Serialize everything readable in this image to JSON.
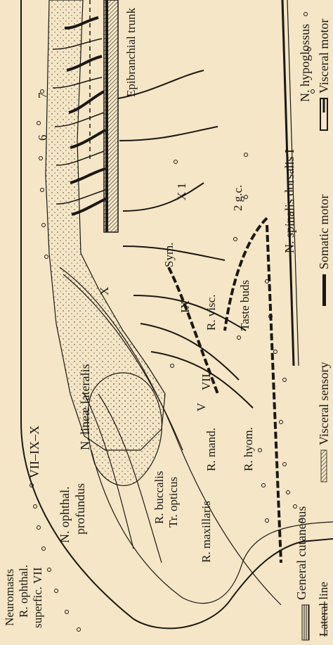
{
  "labels": {
    "n_spinalis_dorsalis": "N. spinalis dorsalis I",
    "epibranchial_trunk": "Epibranchial trunk",
    "n_hypoglossus": "N. hypoglossus",
    "num_7": "7",
    "num_6": "6",
    "x1": "X 1",
    "two_gc": "2 g.c.",
    "sym": "Sym.",
    "ix": "IX",
    "r_visc": "R. visc.",
    "taste_buds": "Taste buds",
    "x": "X",
    "n_lineae_lateralis": "N. lineæ lateralis",
    "vii": "VII",
    "v": "V",
    "vii_ix_x": "VII–IX–X",
    "r_mand": "R. mand.",
    "r_hyom": "R. hyom.",
    "n_ophthal_profundus_1": "N. ophthal.",
    "n_ophthal_profundus_2": "profundus",
    "r_buccalis": "R. buccalis",
    "tr_opticus": "Tr. opticus",
    "r_maxillaris": "R. maxillaris",
    "neuromasts": "Neuromasts",
    "r_ophthal_superfic_1": "R. ophthal.",
    "r_ophthal_superfic_2": "superfic. VII"
  },
  "legend": {
    "general_cutaneous": "General cutaneous",
    "lateral_line": "Lateral line",
    "visceral_sensory": "Visceral sensory",
    "somatic_motor": "Somatic motor",
    "visceral_motor": "Visceral motor"
  },
  "colors": {
    "background": "#f4e6c6",
    "ink": "#1b1712"
  }
}
